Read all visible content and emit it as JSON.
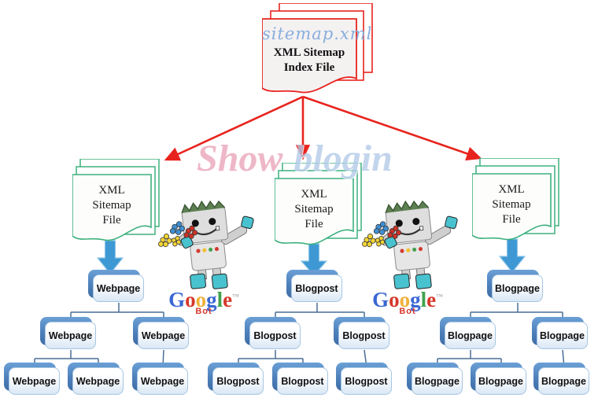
{
  "diagram_title": "XML Sitemap index structure diagram",
  "watermark": {
    "first": "Show",
    "second": "blogin",
    "first_color": "#eba6ba",
    "second_color": "#b3cbe8"
  },
  "index_stack": {
    "script_label": "sitemap.xml",
    "title_line1": "XML Sitemap",
    "title_line2": "Index File",
    "border_color": "#e8231d"
  },
  "sitemap_stacks": [
    {
      "line1": "XML",
      "line2": "Sitemap",
      "line3": "File"
    },
    {
      "line1": "XML",
      "line2": "Sitemap",
      "line3": "File"
    },
    {
      "line1": "XML",
      "line2": "Sitemap",
      "line3": "File"
    }
  ],
  "groups": [
    {
      "label": "Webpage",
      "nodes": [
        "Webpage",
        "Webpage",
        "Webpage",
        "Webpage",
        "Webpage",
        "Webpage"
      ]
    },
    {
      "label": "Blogpost",
      "nodes": [
        "Blogpost",
        "Blogpost",
        "Blogpost",
        "Blogpost",
        "Blogpost",
        "Blogpost"
      ]
    },
    {
      "label": "Blogpage",
      "nodes": [
        "Blogpage",
        "Blogpage",
        "Blogpage",
        "Blogpage",
        "Blogpage",
        "Blogpage"
      ]
    }
  ],
  "google_bot": {
    "letters": [
      {
        "char": "G",
        "color": "#3a67d3"
      },
      {
        "char": "o",
        "color": "#d6382b"
      },
      {
        "char": "o",
        "color": "#f0b13a"
      },
      {
        "char": "g",
        "color": "#3a67d3"
      },
      {
        "char": "l",
        "color": "#3fa34c"
      },
      {
        "char": "e",
        "color": "#d6382b"
      }
    ],
    "trademark": "™",
    "bot_label": "Bot"
  },
  "colors": {
    "index_border": "#e8231d",
    "sitemap_border": "#3db07e",
    "flow_arrow_red": "#e8231d",
    "flow_arrow_blue": "#3d98d4",
    "node_shadow_blue": "#4d7fba",
    "connector": "#4a6e96"
  }
}
